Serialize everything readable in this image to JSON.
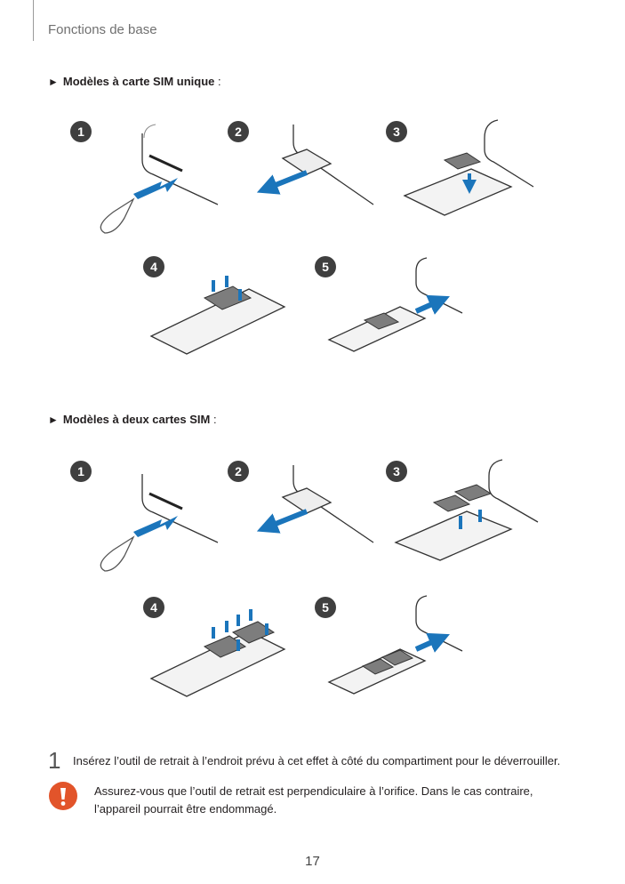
{
  "header": {
    "title": "Fonctions de base"
  },
  "sections": [
    {
      "triangle": "►",
      "title": "Modèles à carte SIM unique",
      "suffix": " :"
    },
    {
      "triangle": "►",
      "title": "Modèles à deux cartes SIM",
      "suffix": " :"
    }
  ],
  "figure_steps": [
    "1",
    "2",
    "3",
    "4",
    "5"
  ],
  "step": {
    "number": "1",
    "text": "Insérez l’outil de retrait à l’endroit prévu à cet effet à côté du compartiment pour le déverrouiller."
  },
  "warning": {
    "icon": "warning-icon",
    "line1": "Assurez-vous que l’outil de retrait est perpendiculaire à l’orifice. Dans le cas contraire,",
    "line2": "l’appareil pourrait être endommagé."
  },
  "page_number": "17",
  "colors": {
    "accent": "#1b75bb",
    "badge": "#3f3f3f",
    "warning": "#e2542a",
    "sim": "#7d7d7d"
  }
}
